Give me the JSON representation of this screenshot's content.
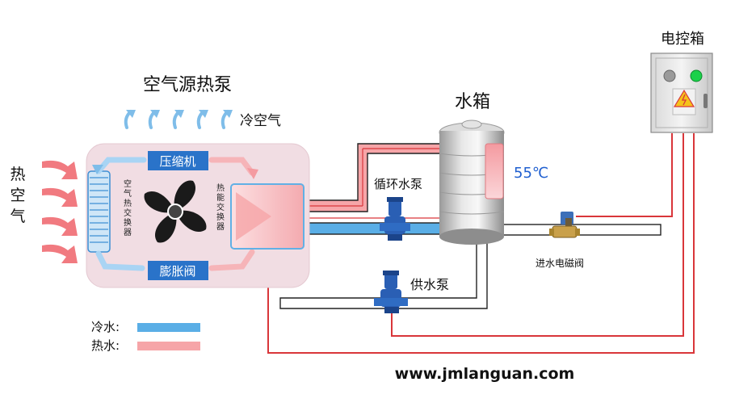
{
  "heat_pump": {
    "title": "空气源热泵",
    "cold_air": "冷空气",
    "hot_air": [
      "热",
      "空",
      "气"
    ],
    "compressor": "压缩机",
    "expansion_valve": "膨胀阀",
    "air_heat_exchanger": [
      "空",
      "气",
      "热",
      "交",
      "换",
      "器"
    ],
    "heat_exchanger": [
      "热",
      "能",
      "交",
      "换",
      "器"
    ]
  },
  "tank": {
    "title": "水箱",
    "temperature": "55℃"
  },
  "pumps": {
    "circulation": "循环水泵",
    "supply": "供水泵"
  },
  "valve": {
    "label": "进水电磁阀"
  },
  "control_box": {
    "title": "电控箱"
  },
  "legend": {
    "cold_water": "冷水:",
    "hot_water": "热水:"
  },
  "website": "www.jmlanguan.com",
  "colors": {
    "cold_water": "#5aaee6",
    "hot_water": "#f6a5a8",
    "control_wire": "#d9363a",
    "unit_panel": "#f1dde3",
    "fan": "#1a1a1a",
    "label_box": "#2a73c9",
    "temperature_text": "#1f5fd0"
  }
}
